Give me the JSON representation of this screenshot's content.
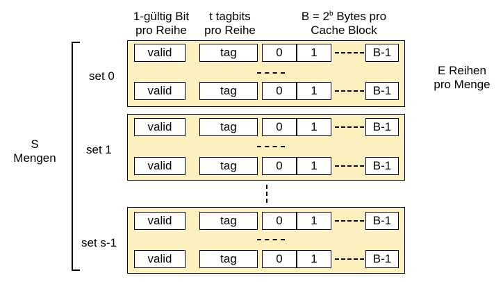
{
  "headers": {
    "valid_col": [
      "1-gültig Bit",
      "pro Reihe"
    ],
    "tag_col": [
      "t tagbits",
      "pro Reihe"
    ],
    "block_col_prefix": "B = 2",
    "block_col_sup": "b",
    "block_col_suffix": " Bytes pro",
    "block_col_line2": "Cache Block"
  },
  "left_label": [
    "S",
    "Mengen"
  ],
  "right_label": [
    "E Reihen",
    "pro Menge"
  ],
  "sets": [
    {
      "label": "set 0"
    },
    {
      "label": "set 1"
    },
    {
      "label": "set s-1"
    }
  ],
  "line_cells": {
    "valid": "valid",
    "tag": "tag",
    "byte0": "0",
    "byte1": "1",
    "last": "B-1"
  },
  "colors": {
    "set_fill": "#fdf0bf",
    "cell_fill": "#ffffff",
    "stroke": "#000000"
  }
}
